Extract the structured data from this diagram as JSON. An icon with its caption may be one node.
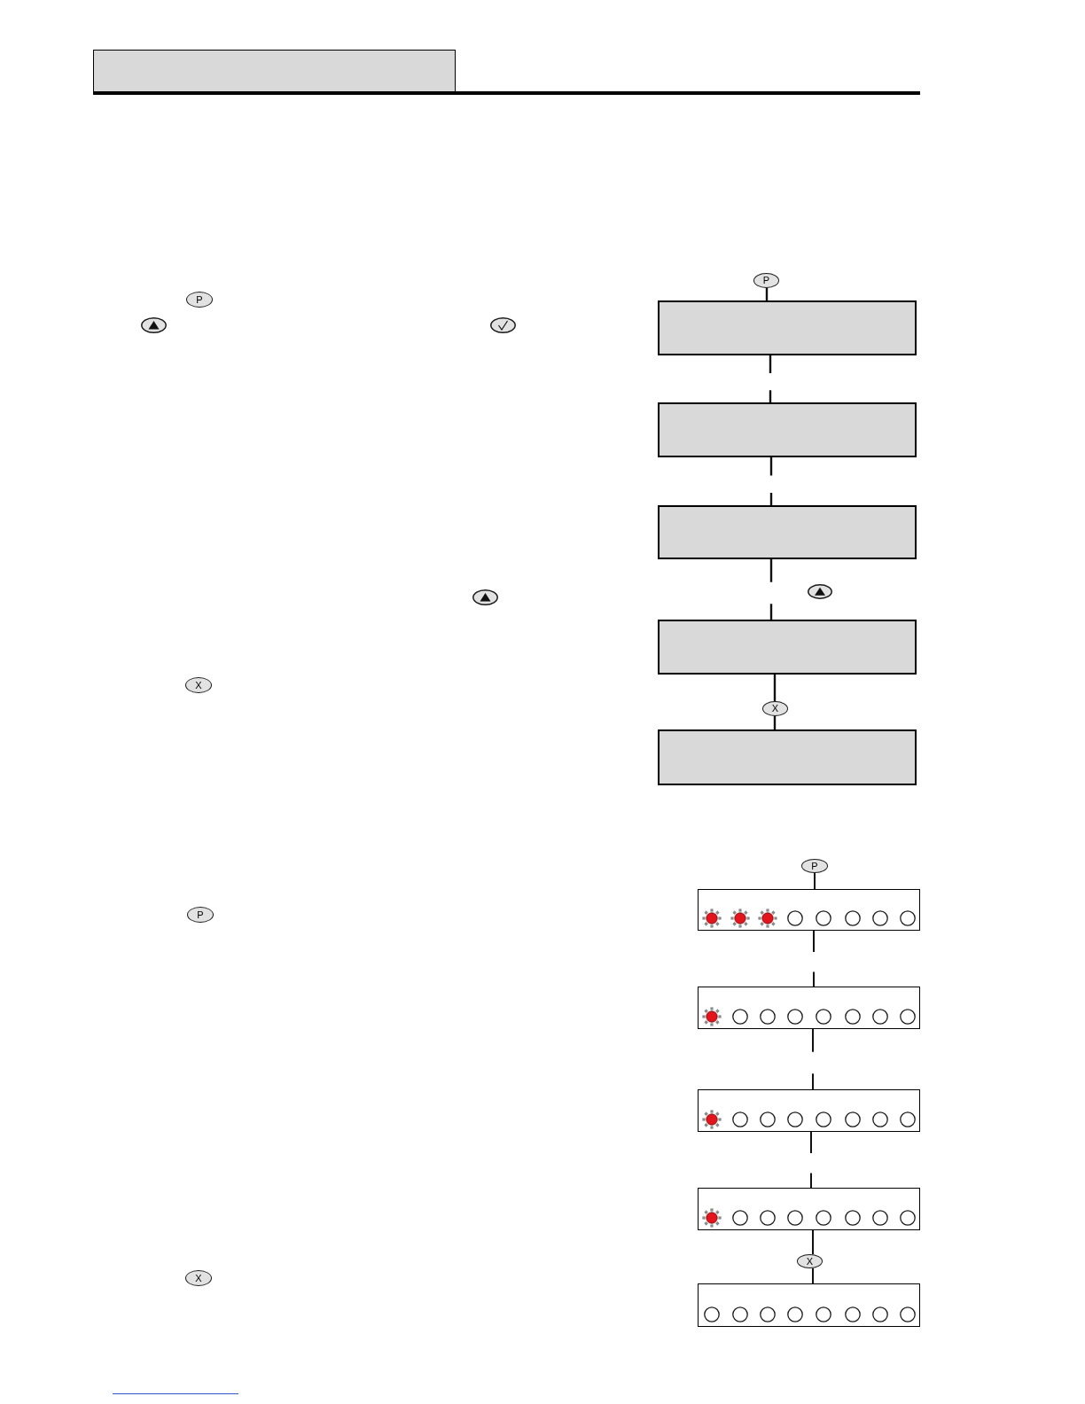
{
  "diagram": {
    "nodes": [
      {
        "text": [
          "P"
        ]
      },
      {
        "text": [
          "X"
        ]
      },
      {
        "text": [
          "P"
        ]
      },
      {
        "text": [],
        "shape": "box"
      },
      {
        "text": [],
        "shape": "box"
      },
      {
        "text": [],
        "shape": "box"
      },
      {
        "text": [],
        "shape": "box"
      },
      {
        "text": [
          "X"
        ]
      },
      {
        "text": [],
        "shape": "box"
      },
      {
        "text": [
          "P"
        ]
      },
      {
        "text": [
          "X"
        ]
      },
      {
        "text": [
          "P"
        ]
      },
      {
        "text": [],
        "shape": "box"
      },
      {
        "text": [],
        "shape": "box"
      },
      {
        "text": [],
        "shape": "box"
      },
      {
        "text": [],
        "shape": "box"
      },
      {
        "text": [
          "X"
        ]
      },
      {
        "text": [],
        "shape": "box"
      }
    ],
    "edges": [
      {
        "from": 2,
        "to": 3,
        "arrow": "none"
      },
      {
        "from": 3,
        "to": 4,
        "arrow": "none",
        "style": "dashed"
      },
      {
        "from": 4,
        "to": 5,
        "arrow": "none",
        "style": "dashed"
      },
      {
        "from": 5,
        "to": 6,
        "arrow": "none",
        "style": "dashed"
      },
      {
        "from": 6,
        "to": 7,
        "arrow": "none"
      },
      {
        "from": 7,
        "to": 8,
        "arrow": "none"
      },
      {
        "from": 11,
        "to": 12,
        "arrow": "none"
      },
      {
        "from": 12,
        "to": 13,
        "arrow": "none",
        "style": "dashed"
      },
      {
        "from": 13,
        "to": 14,
        "arrow": "none",
        "style": "dashed"
      },
      {
        "from": 14,
        "to": 15,
        "arrow": "none",
        "style": "dashed"
      },
      {
        "from": 15,
        "to": 16,
        "arrow": "none"
      },
      {
        "from": 16,
        "to": 17,
        "arrow": "none"
      }
    ]
  }
}
